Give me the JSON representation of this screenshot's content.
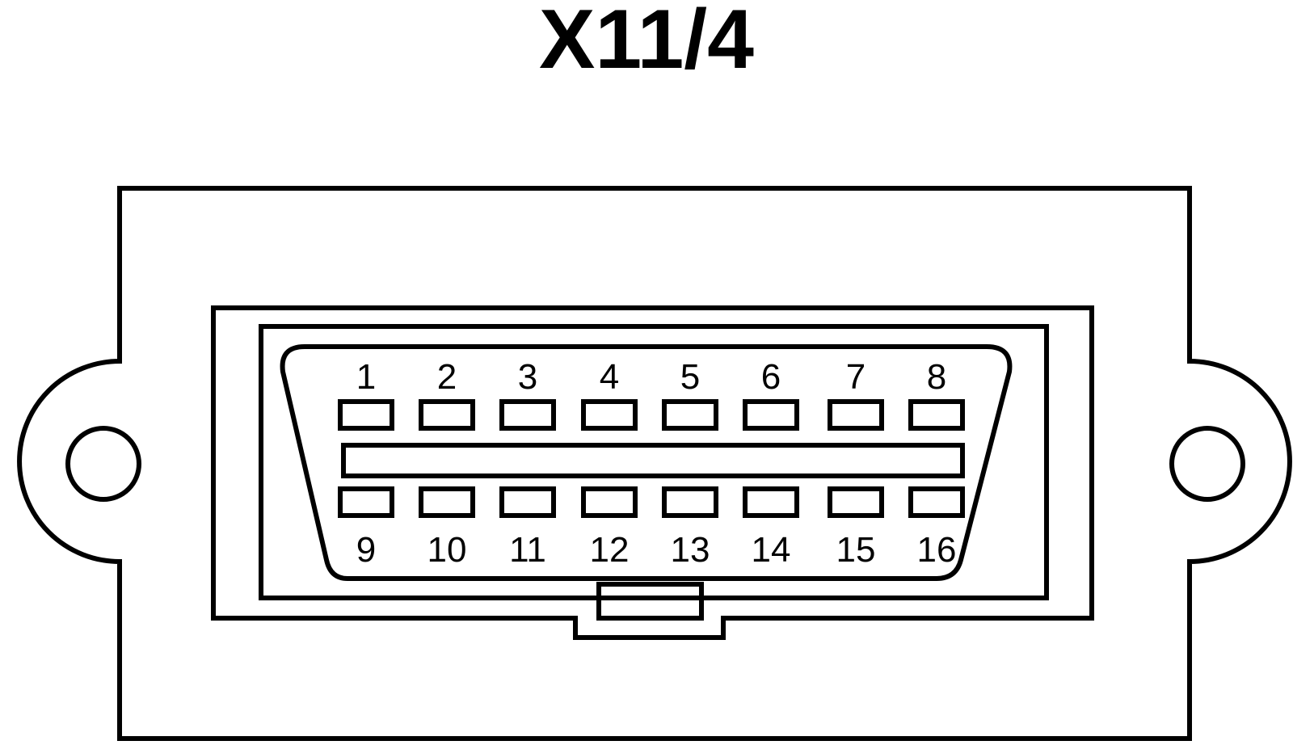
{
  "title": "X11/4",
  "connector": {
    "top_row_pins": [
      "1",
      "2",
      "3",
      "4",
      "5",
      "6",
      "7",
      "8"
    ],
    "bottom_row_pins": [
      "9",
      "10",
      "11",
      "12",
      "13",
      "14",
      "15",
      "16"
    ]
  },
  "colors": {
    "line": "#000000",
    "background": "#ffffff"
  }
}
